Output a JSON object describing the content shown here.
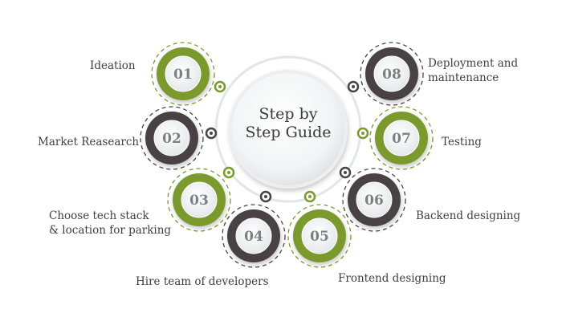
{
  "center": {
    "line1": "Step by",
    "line2": "Step Guide"
  },
  "colors": {
    "green": "#7a9a2e",
    "dark": "#4a4344",
    "ring": "#e3e6e8"
  },
  "steps": [
    {
      "number": "01",
      "label": "Ideation",
      "color": "green"
    },
    {
      "number": "02",
      "label": "Market Reasearch",
      "color": "dark"
    },
    {
      "number": "03",
      "label_line1": "Choose tech stack",
      "label_line2": "& location for parking",
      "color": "green"
    },
    {
      "number": "04",
      "label": "Hire team of developers",
      "color": "dark"
    },
    {
      "number": "05",
      "label": "Frontend designing",
      "color": "green"
    },
    {
      "number": "06",
      "label": "Backend designing",
      "color": "dark"
    },
    {
      "number": "07",
      "label": "Testing",
      "color": "green"
    },
    {
      "number": "08",
      "label_line1": "Deployment and",
      "label_line2": "maintenance",
      "color": "dark"
    }
  ]
}
